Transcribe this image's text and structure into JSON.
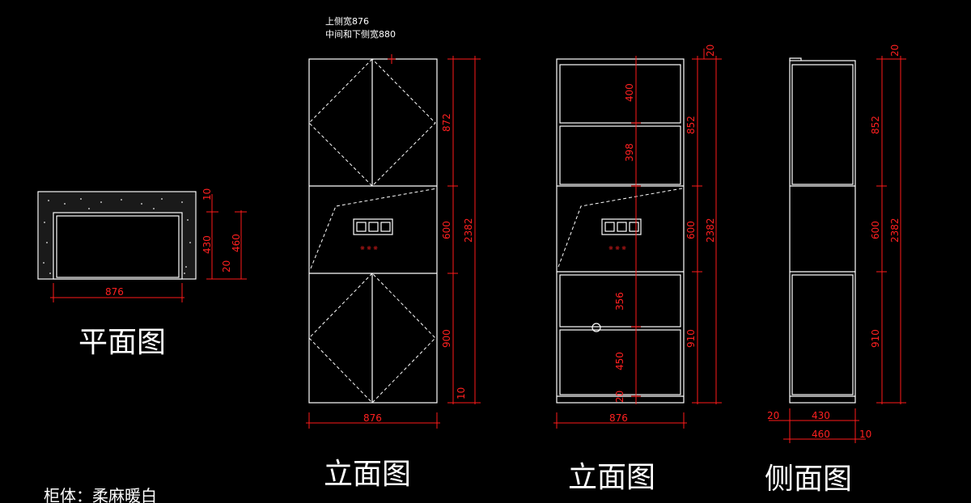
{
  "notes": {
    "top_width": "上侧宽876",
    "mid_bottom_width": "中间和下侧宽880",
    "material": "柜体：柔麻暖白"
  },
  "titles": {
    "plan": "平面图",
    "elevation_1": "立面图",
    "elevation_2": "立面图",
    "side": "侧面图"
  },
  "plan": {
    "width": "876",
    "depth_outer": "460",
    "depth_inner": "430",
    "top_gap": "10",
    "bottom_gap": "20"
  },
  "elev1": {
    "upper": "872",
    "middle": "600",
    "lower": "900",
    "base": "10",
    "total": "2382",
    "width": "876"
  },
  "elev2": {
    "shelf1": "400",
    "shelf2": "398",
    "upper": "852",
    "middle": "600",
    "total": "2382",
    "lower_shelf1": "356",
    "lower_shelf2": "450",
    "lower": "910",
    "top": "20",
    "base": "20",
    "width": "876"
  },
  "side": {
    "top": "20",
    "upper": "852",
    "middle": "600",
    "total": "2382",
    "lower": "910",
    "back": "20",
    "depth_inner": "430",
    "depth_outer": "460",
    "front": "10"
  },
  "colors": {
    "background": "#000000",
    "lines": "#ffffff",
    "dimensions": "#ff1a1a"
  }
}
